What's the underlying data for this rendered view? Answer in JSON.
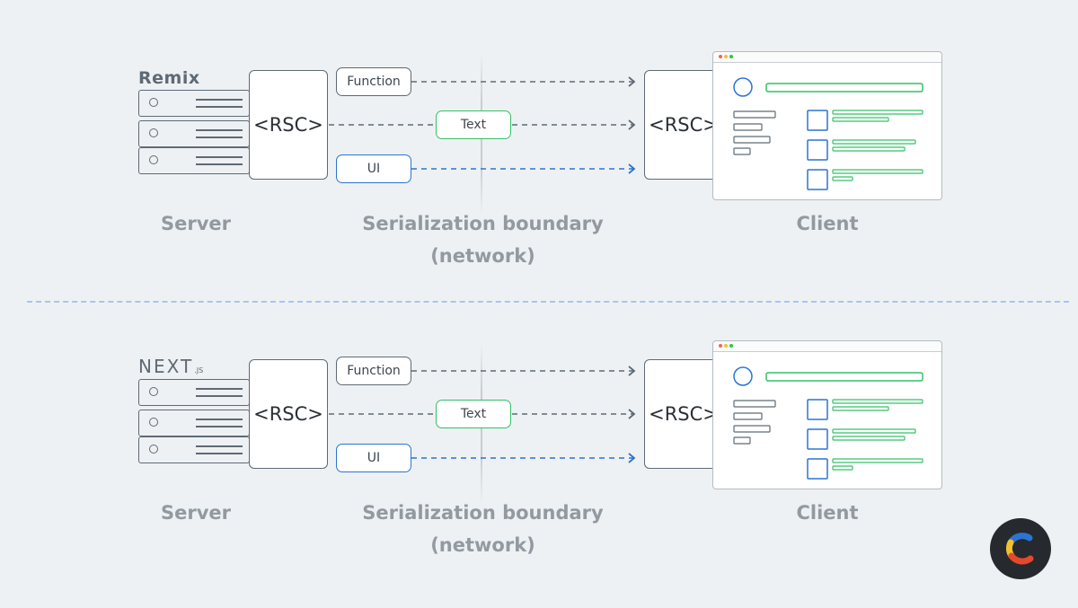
{
  "panels": [
    {
      "logo": "Remix",
      "rsc_left": "<RSC>",
      "rsc_right": "<RSC>",
      "tags": {
        "function": "Function",
        "text": "Text",
        "ui": "UI"
      },
      "captions": {
        "server": "Server",
        "boundary_line1": "Serialization boundary",
        "boundary_line2": "(network)",
        "client": "Client"
      }
    },
    {
      "logo": "NEXT",
      "logo_sub": ".JS",
      "rsc_left": "<RSC>",
      "rsc_right": "<RSC>",
      "tags": {
        "function": "Function",
        "text": "Text",
        "ui": "UI"
      },
      "captions": {
        "server": "Server",
        "boundary_line1": "Serialization boundary",
        "boundary_line2": "(network)",
        "client": "Client"
      }
    }
  ],
  "colors": {
    "function_arrow": "#5e6a75",
    "text_tag": "#34c067",
    "ui_arrow": "#2b74d2",
    "divider": "#a9c4ee"
  },
  "icons": [
    "server-rack-icon",
    "browser-window-icon",
    "arrow-right-icon",
    "brand-logo-icon"
  ]
}
